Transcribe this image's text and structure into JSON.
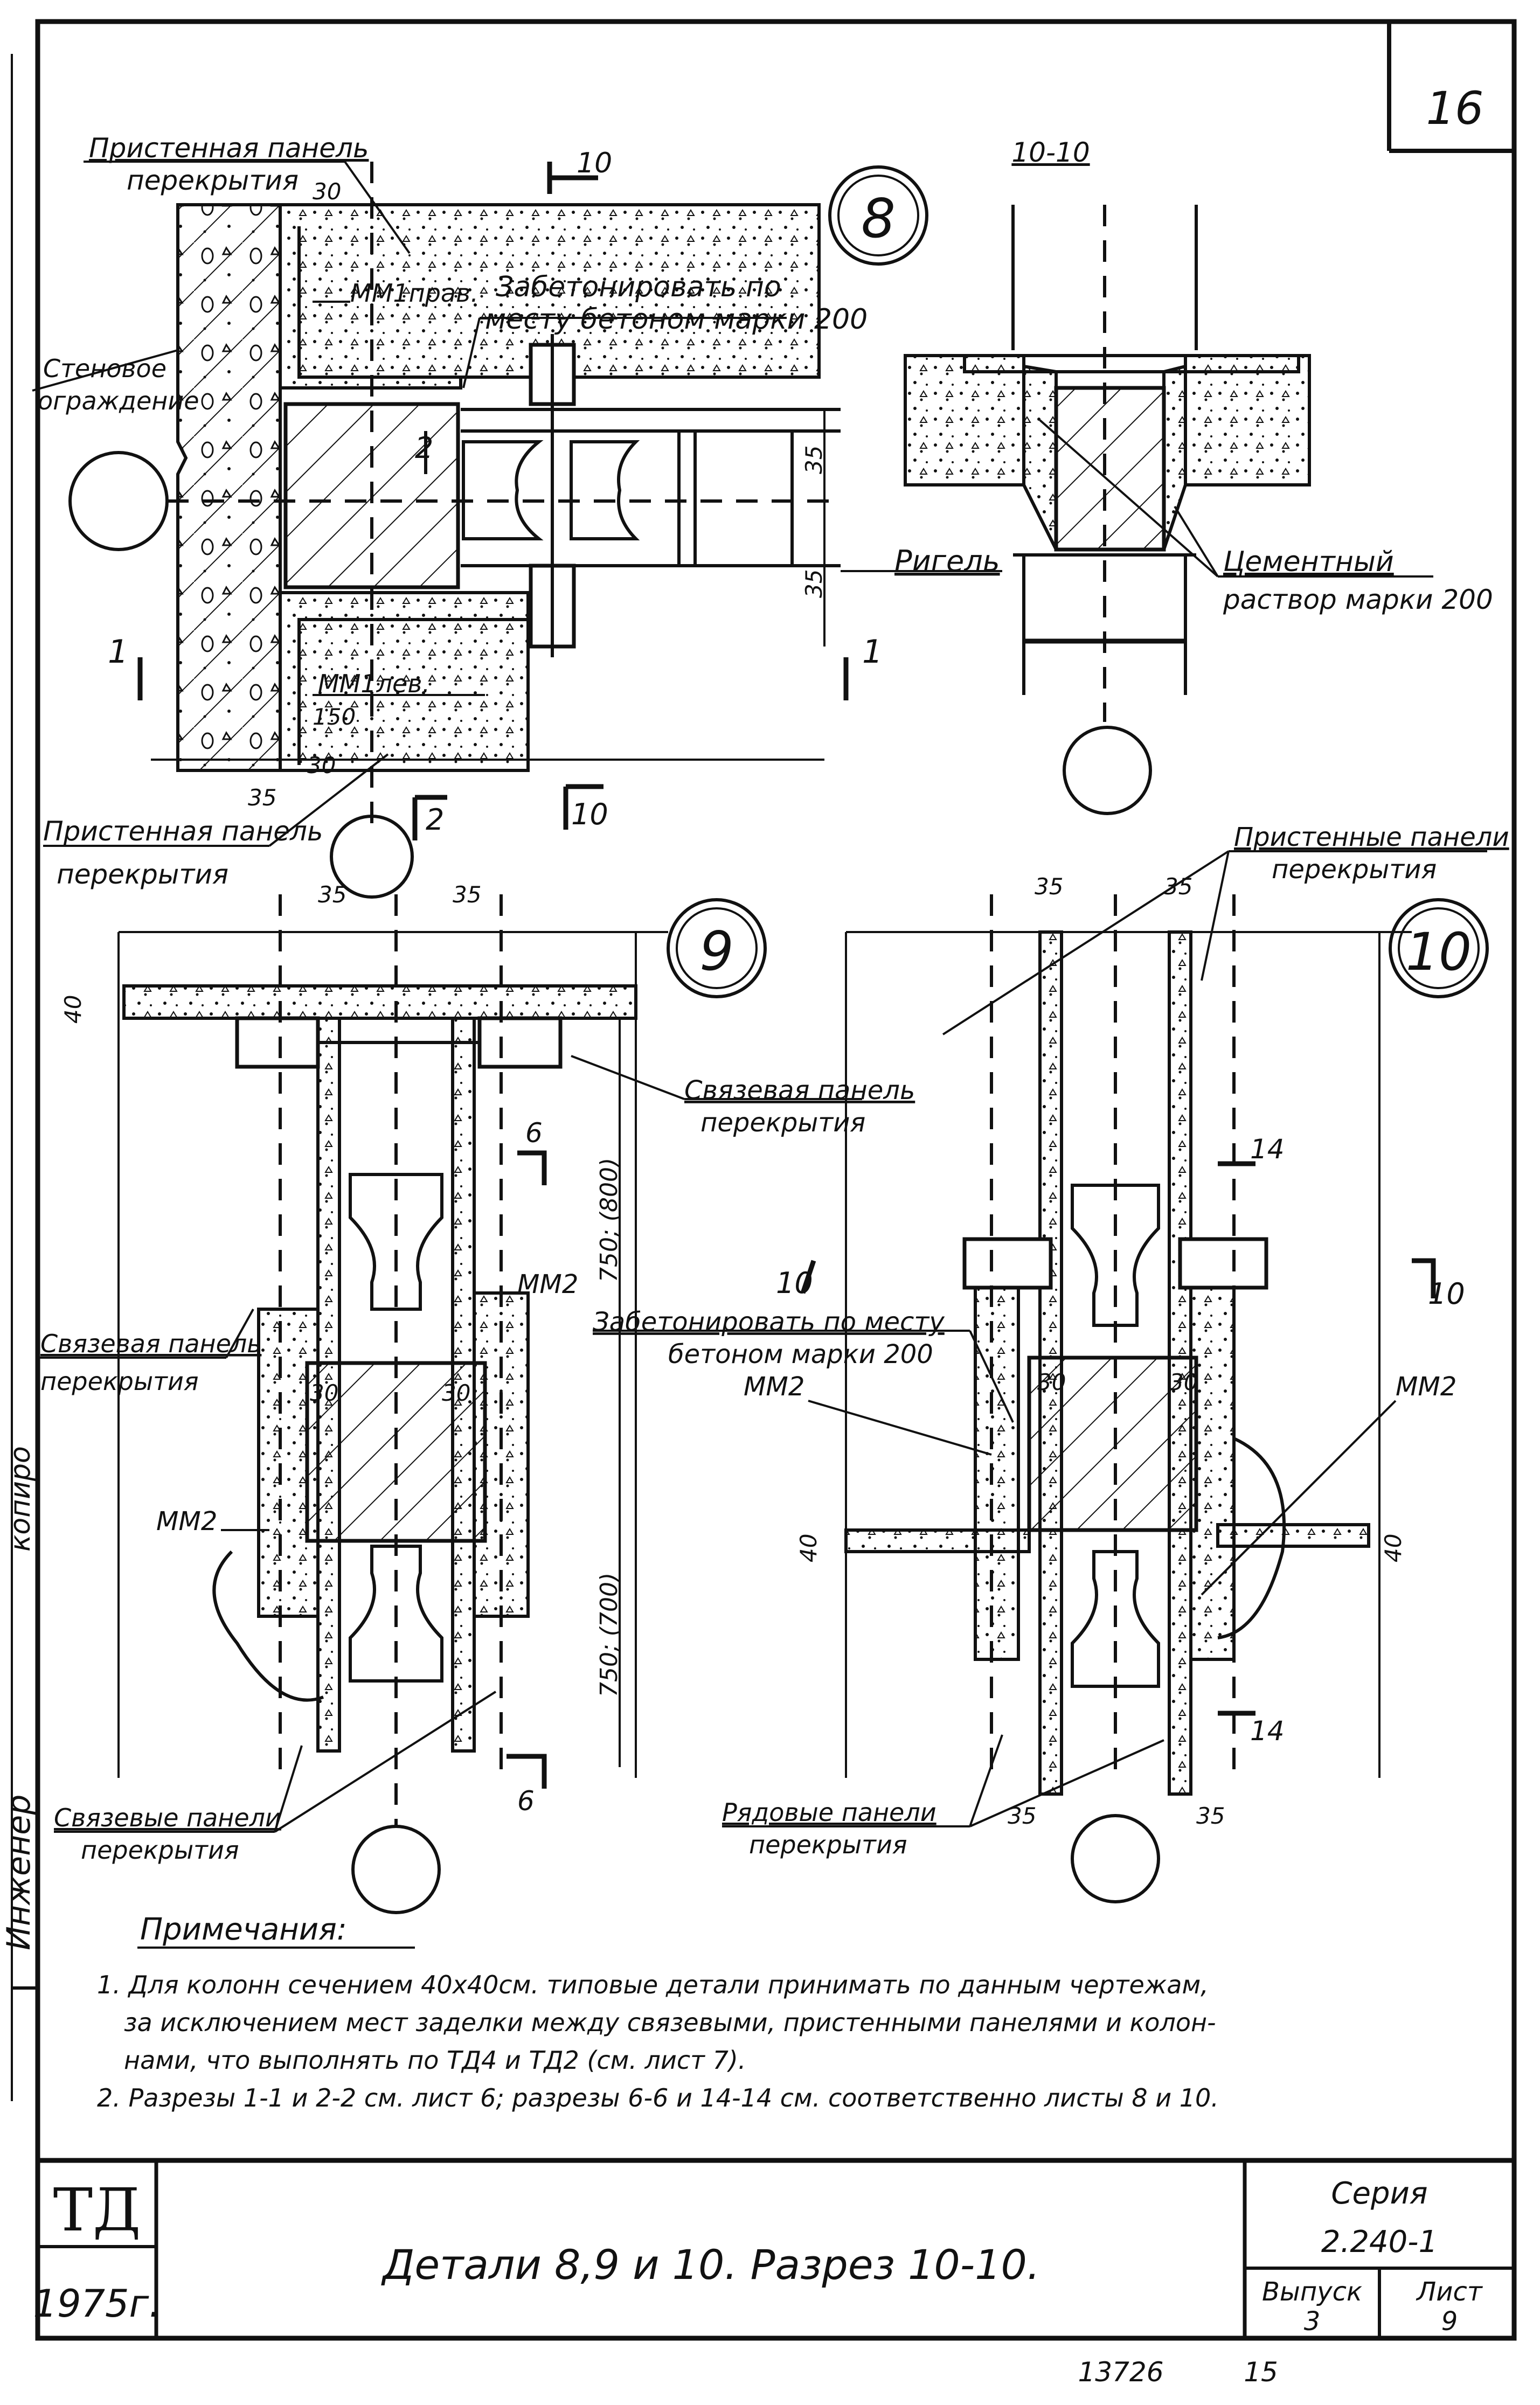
{
  "sheet_no": "16",
  "detail8": {
    "number": "8",
    "label_panel_top_1": "Пристенная панель",
    "label_panel_top_2": "перекрытия",
    "dim_30_top": "30",
    "section_10_top": "10",
    "label_concrete_1": "Забетонировать по",
    "label_concrete_2": "месту бетоном марки 200",
    "label_mm1_right": "ММ1прав.",
    "label_wall_1": "Стеновое",
    "label_wall_2": "ограждение",
    "dim_35_a": "35",
    "dim_35_b": "35",
    "section_2_top": "2",
    "label_rigel": "Ригель",
    "section_1_left": "1",
    "section_1_right": "1",
    "label_mm1_left": "ММ1лев.",
    "dim_150": "150",
    "dim_30_bottom": "30",
    "dim_35_bottom": "35",
    "section_2_bottom": "2",
    "section_10_bottom": "10",
    "label_panel_bottom_1": "Пристенная панель",
    "label_panel_bottom_2": "перекрытия"
  },
  "section1010": {
    "title": "10-10",
    "label_cement_1": "Цементный",
    "label_cement_2": "раствор марки 200"
  },
  "detail9": {
    "number": "9",
    "dim_35_left": "35",
    "dim_35_right": "35",
    "dim_40": "40",
    "label_link_panel_1": "Связевая панель",
    "label_link_panel_2": "перекрытия",
    "section_6_top": "6",
    "dim_750_800": "750; (800)",
    "label_mm2_top": "ММ2",
    "label_link_left_1": "Связевая панель",
    "label_link_left_2": "перекрытия",
    "dim_30_a": "30",
    "dim_30_b": "30",
    "label_mm2_left": "ММ2",
    "dim_750_700": "750; (700)",
    "section_6_bottom": "6",
    "label_link_panels_1": "Связевые панели",
    "label_link_panels_2": "перекрытия"
  },
  "detail10": {
    "number": "10",
    "label_wall_panels_1": "Пристенные панели",
    "label_wall_panels_2": "перекрытия",
    "dim_35_a": "35",
    "dim_35_b": "35",
    "section_14_top": "14",
    "section_10_left": "10",
    "section_10_right": "10",
    "label_concrete_1": "Забетонировать по месту",
    "label_concrete_2": "бетоном марки 200",
    "label_mm2_left": "ММ2",
    "label_mm2_right": "ММ2",
    "dim_30_a": "30",
    "dim_30_b": "30",
    "dim_40_left": "40",
    "dim_40_right": "40",
    "section_14_bottom": "14",
    "label_row_panels_1": "Рядовые панели",
    "label_row_panels_2": "перекрытия",
    "dim_35_c": "35",
    "dim_35_d": "35"
  },
  "notes": {
    "heading": "Примечания:",
    "line1": "1. Для колонн сечением 40х40см. типовые детали принимать по данным чертежам,",
    "line2": "за исключением мест заделки между связевыми, пристенными панелями и колон-",
    "line3": "нами, что выполнять по ТД4 и ТД2 (см. лист 7).",
    "line4": "2. Разрезы 1-1 и 2-2 см. лист 6; разрезы 6-6 и 14-14 см. соответственно листы 8 и 10."
  },
  "side_labels": {
    "engineer": "Инженер",
    "copied": "копиро"
  },
  "title_block": {
    "logo": "ТД",
    "year": "1975г.",
    "title": "Детали 8,9 и 10. Разрез 10-10.",
    "series_label": "Серия",
    "series_value": "2.240-1",
    "issue_label": "Выпуск",
    "issue_value": "3",
    "sheet_label": "Лист",
    "sheet_value": "9"
  },
  "footer": {
    "code": "13726",
    "page": "15"
  }
}
